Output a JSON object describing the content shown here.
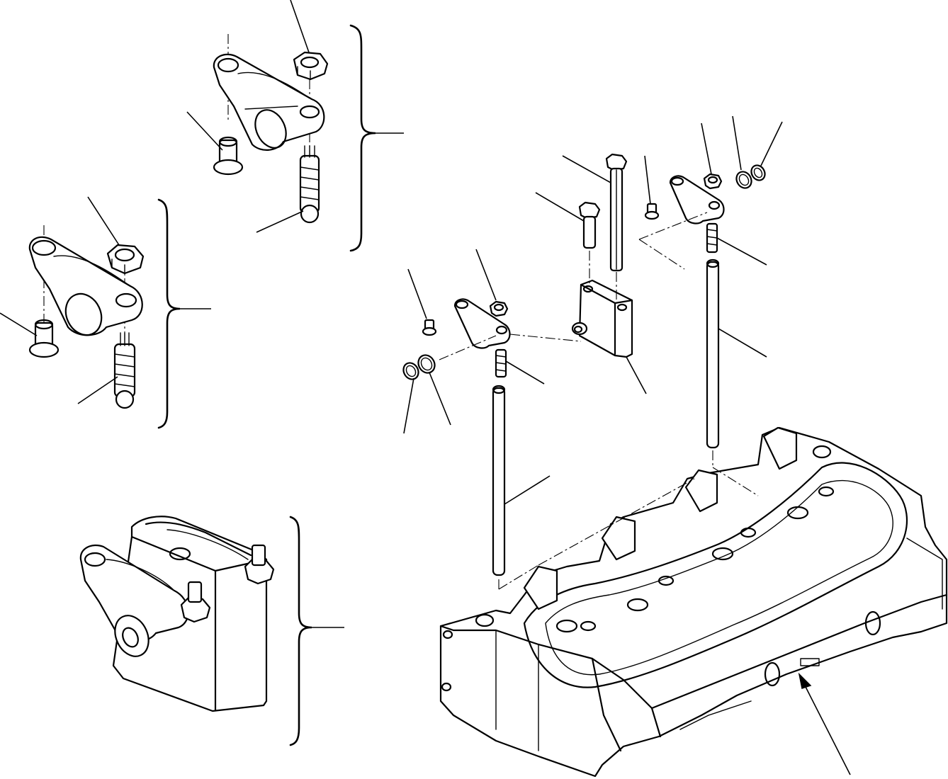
{
  "figure": {
    "labels": [],
    "parts": [
      "rocker-arm-assembly-a",
      "rocker-arm-assembly-b",
      "rocker-support-assembly",
      "adjusting-screw",
      "lock-nut",
      "pivot-bolt",
      "push-rod",
      "rocker-support-block",
      "circlip",
      "washer",
      "cylinder-head"
    ]
  }
}
